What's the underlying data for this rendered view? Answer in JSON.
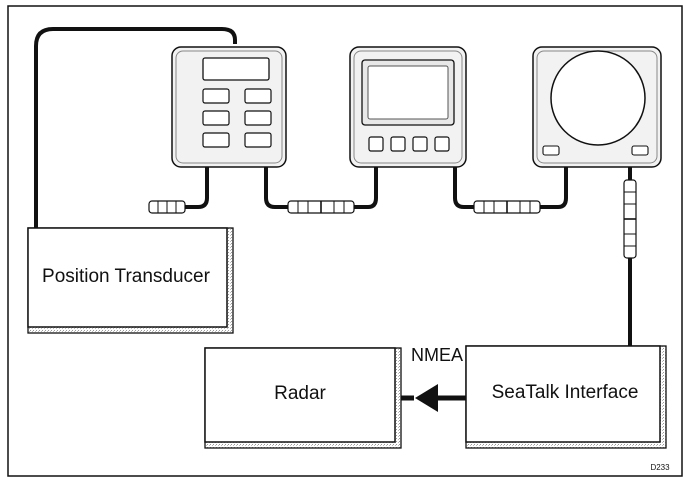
{
  "boxes": {
    "position_transducer": "Position Transducer",
    "radar": "Radar",
    "seatalk_interface": "SeaTalk Interface"
  },
  "connection_label": "NMEA",
  "figure_ref": "D233",
  "instruments": [
    {
      "name": "control-unit",
      "icon": "keypad-instrument"
    },
    {
      "name": "display-unit",
      "icon": "lcd-display-instrument"
    },
    {
      "name": "round-display-unit",
      "icon": "round-dial-instrument"
    }
  ],
  "colors": {
    "line": "#111111",
    "box_shadow": "#a8a8a8",
    "instrument_fill": "#f2f2f2"
  }
}
